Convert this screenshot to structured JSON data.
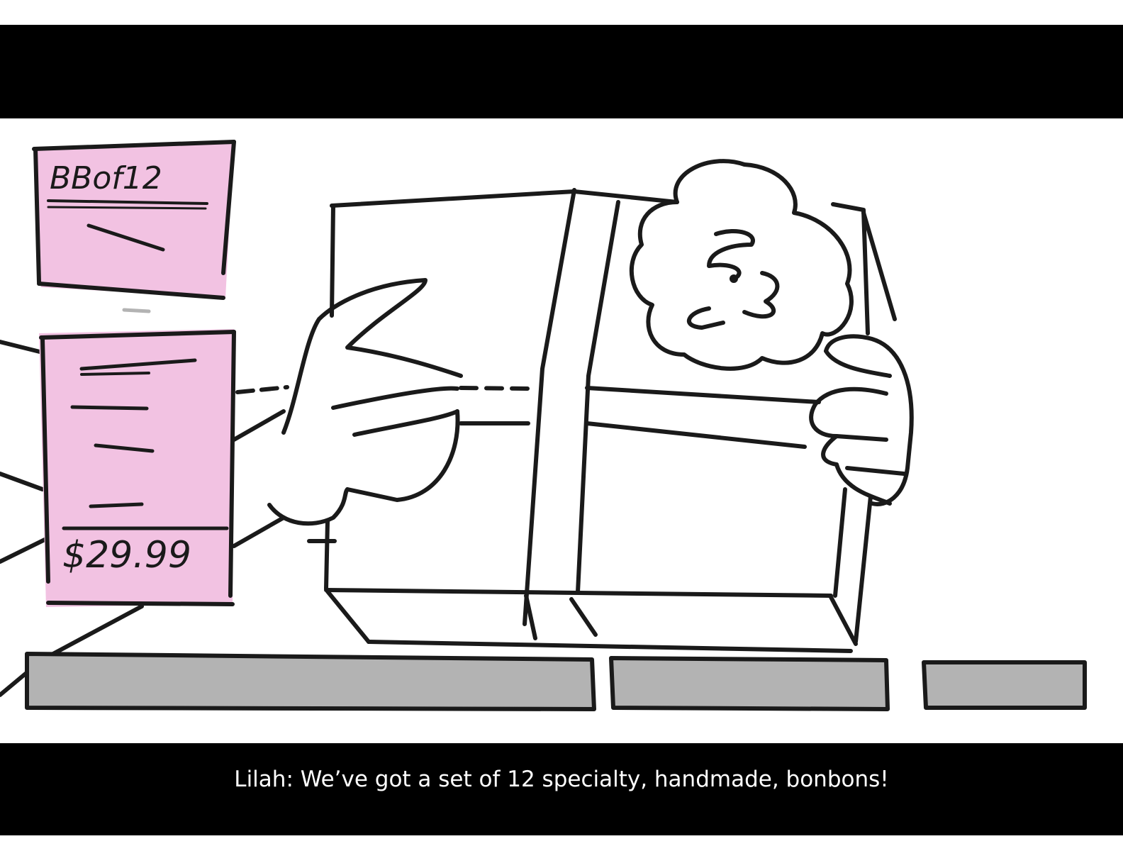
{
  "panel": {
    "caption": "Lilah: We’ve got a set of 12 specialty, handmade, bonbons!",
    "sign_label": "BBof12",
    "price_tag": "$29.99"
  },
  "colors": {
    "letterbox": "#000000",
    "caption_text": "#ffffff",
    "sign_pink": "#f2c2e2",
    "shelf_gray": "#b3b3b3",
    "ink": "#1a1a1a"
  }
}
